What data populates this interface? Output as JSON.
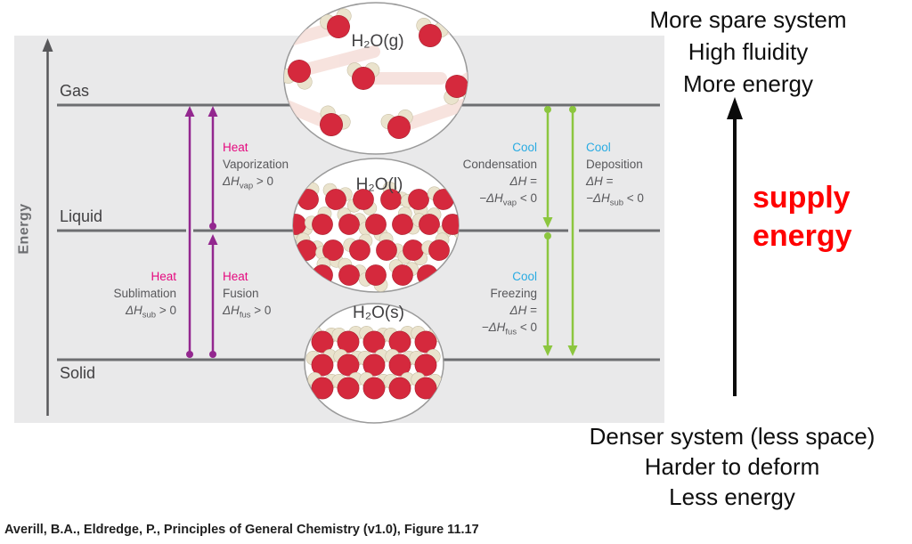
{
  "panel": {
    "energy_axis_label": "Energy",
    "levels": {
      "gas": "Gas",
      "liquid": "Liquid",
      "solid": "Solid"
    },
    "states": {
      "gas": "H₂O(g)",
      "liquid": "H₂O(l)",
      "solid": "H₂O(s)"
    },
    "heating": {
      "vaporization": {
        "action": "Heat",
        "name": "Vaporization",
        "dh": "ΔH",
        "sub": "vap",
        "rel": " > 0"
      },
      "sublimation": {
        "action": "Heat",
        "name": "Sublimation",
        "dh": "ΔH",
        "sub": "sub",
        "rel": " > 0"
      },
      "fusion": {
        "action": "Heat",
        "name": "Fusion",
        "dh": "ΔH",
        "sub": "fus",
        "rel": " > 0"
      }
    },
    "cooling": {
      "condensation": {
        "action": "Cool",
        "name": "Condensation",
        "dh": "ΔH",
        "eq": " =",
        "neg": "−ΔH",
        "sub": "vap",
        "rel": " < 0"
      },
      "deposition": {
        "action": "Cool",
        "name": "Deposition",
        "dh": "ΔH",
        "eq": " =",
        "neg": "−ΔH",
        "sub": "sub",
        "rel": " < 0"
      },
      "freezing": {
        "action": "Cool",
        "name": "Freezing",
        "dh": "ΔH",
        "eq": " =",
        "neg": "−ΔH",
        "sub": "fus",
        "rel": " < 0"
      }
    }
  },
  "annotations": {
    "top": {
      "line1": "More spare system",
      "line2": "High fluidity",
      "line3": "More energy"
    },
    "supply": {
      "line1": "supply",
      "line2": "energy"
    },
    "bottom": {
      "line1": "Denser system (less space)",
      "line2": "Harder to deform",
      "line3": "Less energy"
    }
  },
  "citation": "Averill, B.A., Eldredge, P., Principles of General Chemistry (v1.0), Figure 11.17",
  "colors": {
    "heat_label": "#e5097f",
    "cool_label": "#29abe2",
    "heating_arrow": "#93278f",
    "cooling_arrow": "#8cc63f",
    "supply_text": "#ff0000",
    "panel_bg": "#e9e9ea",
    "level_line": "#6d6e71",
    "diagram_text": "#58585b",
    "oxygen_atom": "#d5293d",
    "hydrogen_atom": "#eae3cd"
  }
}
